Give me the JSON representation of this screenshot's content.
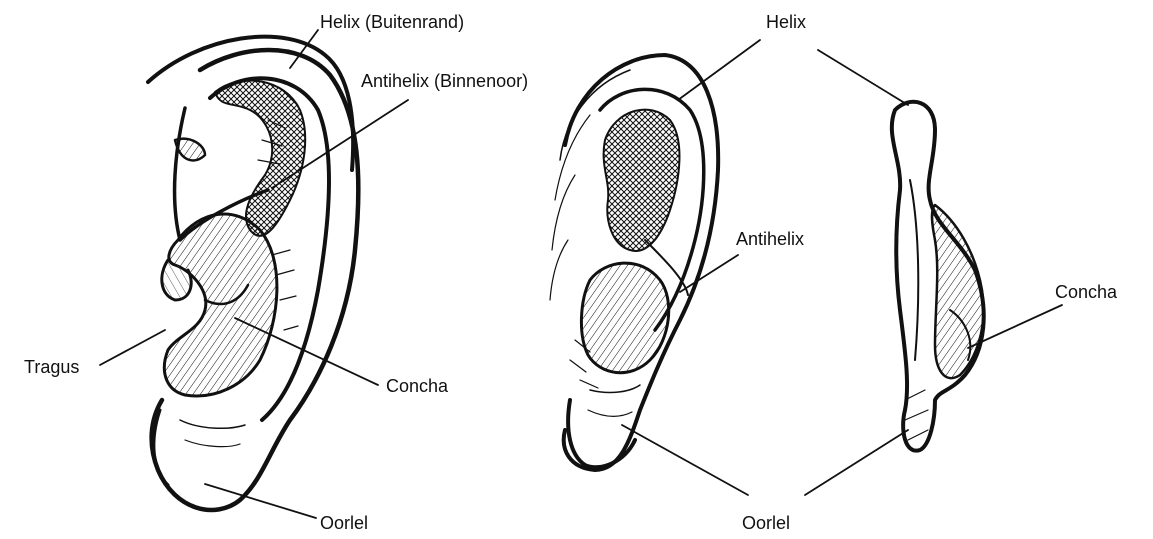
{
  "labels": {
    "left_helix": "Helix (Buitenrand)",
    "left_antihelix": "Antihelix (Binnenoor)",
    "left_tragus": "Tragus",
    "left_concha": "Concha",
    "left_oorlel": "Oorlel",
    "right_helix": "Helix",
    "right_antihelix": "Antihelix",
    "right_concha": "Concha",
    "right_oorlel": "Oorlel"
  },
  "colors": {
    "ink": "#111111",
    "background": "#ffffff"
  }
}
